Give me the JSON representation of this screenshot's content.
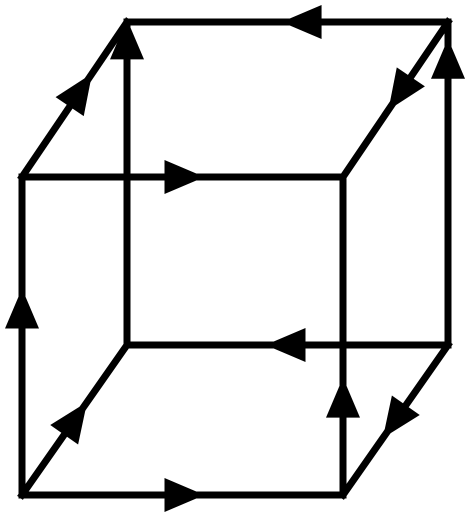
{
  "diagram": {
    "type": "directed-graph",
    "shape": "cube",
    "colors": {
      "background": "#ffffff",
      "edge": "#000000",
      "arrow": "#000000"
    },
    "vertices": [
      {
        "id": "front-top-left"
      },
      {
        "id": "front-top-right"
      },
      {
        "id": "front-bottom-left"
      },
      {
        "id": "front-bottom-right"
      },
      {
        "id": "back-top-left"
      },
      {
        "id": "back-top-right"
      },
      {
        "id": "back-bottom-left"
      },
      {
        "id": "back-bottom-right"
      }
    ],
    "edges": [
      {
        "id": "back-top",
        "from": "back-top-right",
        "to": "back-top-left",
        "arrow": "left"
      },
      {
        "id": "upper-left-diagonal",
        "from": "front-top-left",
        "to": "back-top-left",
        "arrow": "up-right"
      },
      {
        "id": "upper-right-diagonal",
        "from": "back-top-right",
        "to": "front-top-right",
        "arrow": "down-left"
      },
      {
        "id": "back-left-vertical",
        "from": "back-bottom-left",
        "to": "back-top-left",
        "arrow": "up"
      },
      {
        "id": "front-top",
        "from": "front-top-left",
        "to": "front-top-right",
        "arrow": "right"
      },
      {
        "id": "back-right-vertical",
        "from": "back-bottom-right",
        "to": "back-top-right",
        "arrow": "up"
      },
      {
        "id": "front-left-vertical",
        "from": "front-bottom-left",
        "to": "front-top-left",
        "arrow": "up"
      },
      {
        "id": "front-right-vertical",
        "from": "front-bottom-right",
        "to": "front-top-right",
        "arrow": "up"
      },
      {
        "id": "back-bottom",
        "from": "back-bottom-right",
        "to": "back-bottom-left",
        "arrow": "left"
      },
      {
        "id": "lower-left-diagonal",
        "from": "front-bottom-left",
        "to": "back-bottom-left",
        "arrow": "up-right"
      },
      {
        "id": "lower-right-diagonal",
        "from": "back-bottom-right",
        "to": "front-bottom-right",
        "arrow": "down-left"
      },
      {
        "id": "front-bottom",
        "from": "front-bottom-left",
        "to": "front-bottom-right",
        "arrow": "right"
      }
    ]
  }
}
